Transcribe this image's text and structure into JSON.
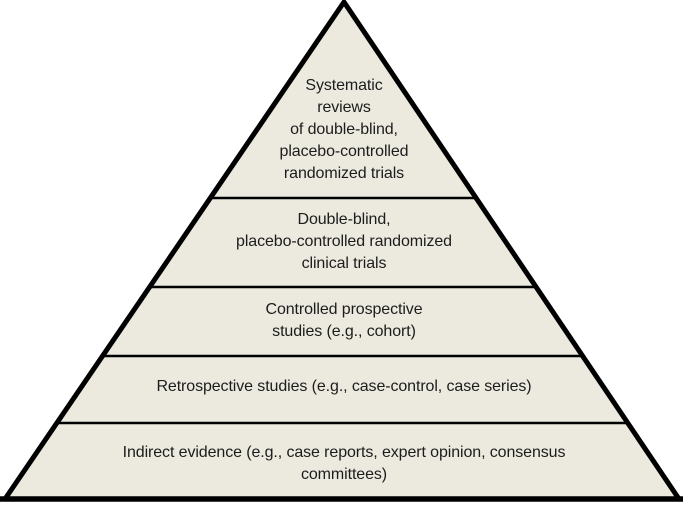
{
  "colors": {
    "background": "#FFFFFF",
    "fill": "#ECEADF",
    "line": "#000000",
    "text": "#1C1C1C"
  },
  "pyramid": {
    "levels": [
      {
        "label": "Systematic\nreviews\nof double-blind,\nplacebo-controlled\nrandomized trials"
      },
      {
        "label": "Double-blind,\nplacebo-controlled randomized\nclinical trials"
      },
      {
        "label": "Controlled prospective\nstudies (e.g., cohort)"
      },
      {
        "label": "Retrospective studies (e.g., case-control, case series)"
      },
      {
        "label": "Indirect evidence (e.g., case reports, expert opinion, consensus\ncommittees)"
      }
    ]
  }
}
